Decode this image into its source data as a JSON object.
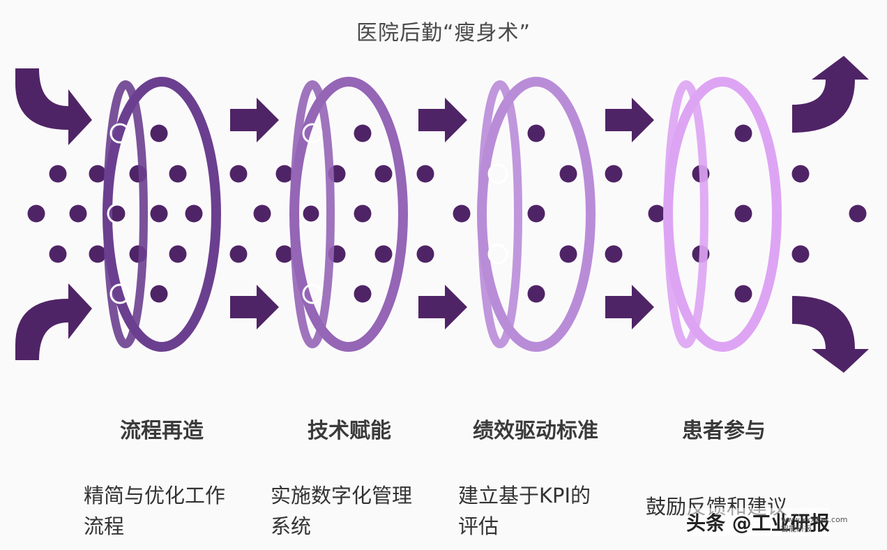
{
  "title": "医院后勤“瘦身术”",
  "stages": [
    {
      "name": "流程再造",
      "desc": [
        "精简与优化工作",
        "流程"
      ],
      "color": "#6b3f8f"
    },
    {
      "name": "技术赋能",
      "desc": [
        "实施数字化管理",
        "系统"
      ],
      "color": "#9565b6"
    },
    {
      "name": "绩效驱动标准",
      "desc": [
        "建立基于KPI的",
        "评估"
      ],
      "color": "#b98cd8"
    },
    {
      "name": "患者参与",
      "desc": [
        "鼓励反馈和建议"
      ],
      "color": "#dda4f3"
    }
  ],
  "colors": {
    "arrow": "#4f2466",
    "dot": "#4f2466",
    "ring": "#ffffff"
  },
  "watermark": {
    "text": "头条 @工业研报",
    "sub": [
      "www.xxxxxx.com",
      "智能研报"
    ]
  }
}
